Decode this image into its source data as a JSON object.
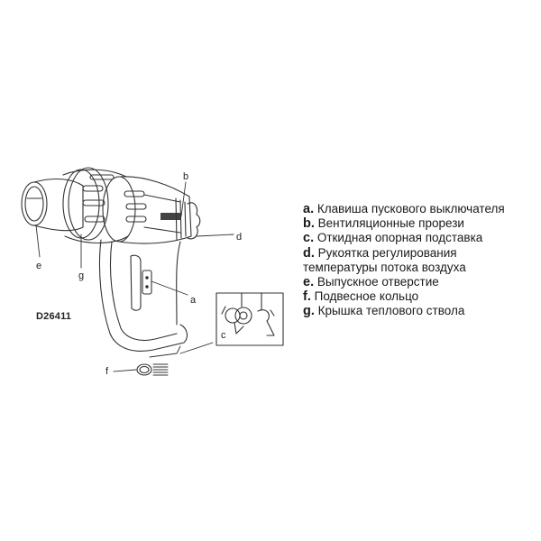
{
  "figure": {
    "model": "D26411",
    "subject": "heat-gun-illustration",
    "callouts": {
      "a": "a",
      "b": "b",
      "c": "c",
      "d": "d",
      "e": "e",
      "f": "f",
      "g": "g"
    }
  },
  "legend": {
    "items": [
      {
        "key": "a.",
        "text": " Клавиша пускового выключателя"
      },
      {
        "key": "b.",
        "text": " Вентиляционные прорези"
      },
      {
        "key": "c.",
        "text": " Откидная опорная подставка"
      },
      {
        "key": "d.",
        "text": " Рукоятка регулирования"
      },
      {
        "key": "",
        "text": "температуры потока воздуха"
      },
      {
        "key": "e.",
        "text": " Выпускное отверстие"
      },
      {
        "key": "f.",
        "text": " Подвесное кольцо"
      },
      {
        "key": "g.",
        "text": " Крышка теплового ствола"
      }
    ]
  },
  "colors": {
    "line": "#333333",
    "background": "#ffffff"
  }
}
